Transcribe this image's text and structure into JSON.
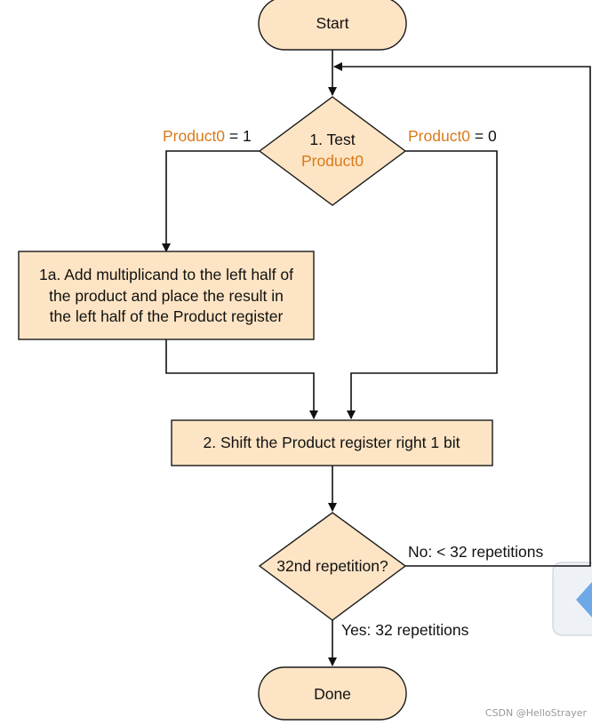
{
  "nodes": {
    "start": {
      "label": "Start"
    },
    "test": {
      "line1": "1. Test",
      "line2": "Product0"
    },
    "add": {
      "line1": "1a. Add multiplicand to the left half of",
      "line2": "the product and place the result in",
      "line3": "the left half of the Product register"
    },
    "shift": {
      "label": "2. Shift the Product register right 1 bit"
    },
    "repeat": {
      "label": "32nd repetition?"
    },
    "done": {
      "label": "Done"
    }
  },
  "edges": {
    "test_one": {
      "accent": "Product0",
      "rest": " = 1"
    },
    "test_zero": {
      "accent": "Product0",
      "rest": " = 0"
    },
    "loop_no": {
      "label": "No:  < 32 repetitions"
    },
    "loop_yes": {
      "label": "Yes:  32 repetitions"
    }
  },
  "watermark": {
    "text": "CSDN @HelloStrayer"
  },
  "colors": {
    "node_fill": "#fde4c4",
    "accent": "#d97a1a",
    "line": "#111111"
  }
}
